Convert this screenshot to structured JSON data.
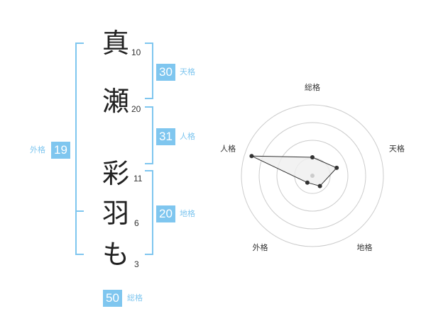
{
  "name": {
    "chars": [
      {
        "char": "真",
        "strokes": "10"
      },
      {
        "char": "瀬",
        "strokes": "20"
      },
      {
        "char": "彩",
        "strokes": "11"
      },
      {
        "char": "羽",
        "strokes": "6"
      },
      {
        "char": "も",
        "strokes": "3"
      }
    ]
  },
  "fortune": {
    "tenkaku": {
      "value": "30",
      "label": "天格"
    },
    "jinkaku": {
      "value": "31",
      "label": "人格"
    },
    "chikaku": {
      "value": "20",
      "label": "地格"
    },
    "gaikaku": {
      "value": "19",
      "label": "外格"
    },
    "soukaku": {
      "value": "50",
      "label": "総格"
    }
  },
  "chart_data": {
    "type": "radar",
    "axes": [
      "総格",
      "天格",
      "地格",
      "外格",
      "人格"
    ],
    "levels": 4,
    "values": [
      1.3,
      1.8,
      0.9,
      0.6,
      4.5
    ],
    "max": 5,
    "colors": {
      "fill": "#efefef",
      "line": "#333333",
      "grid": "#cccccc",
      "point": "#333333",
      "accent": "#7fc6ef"
    }
  }
}
